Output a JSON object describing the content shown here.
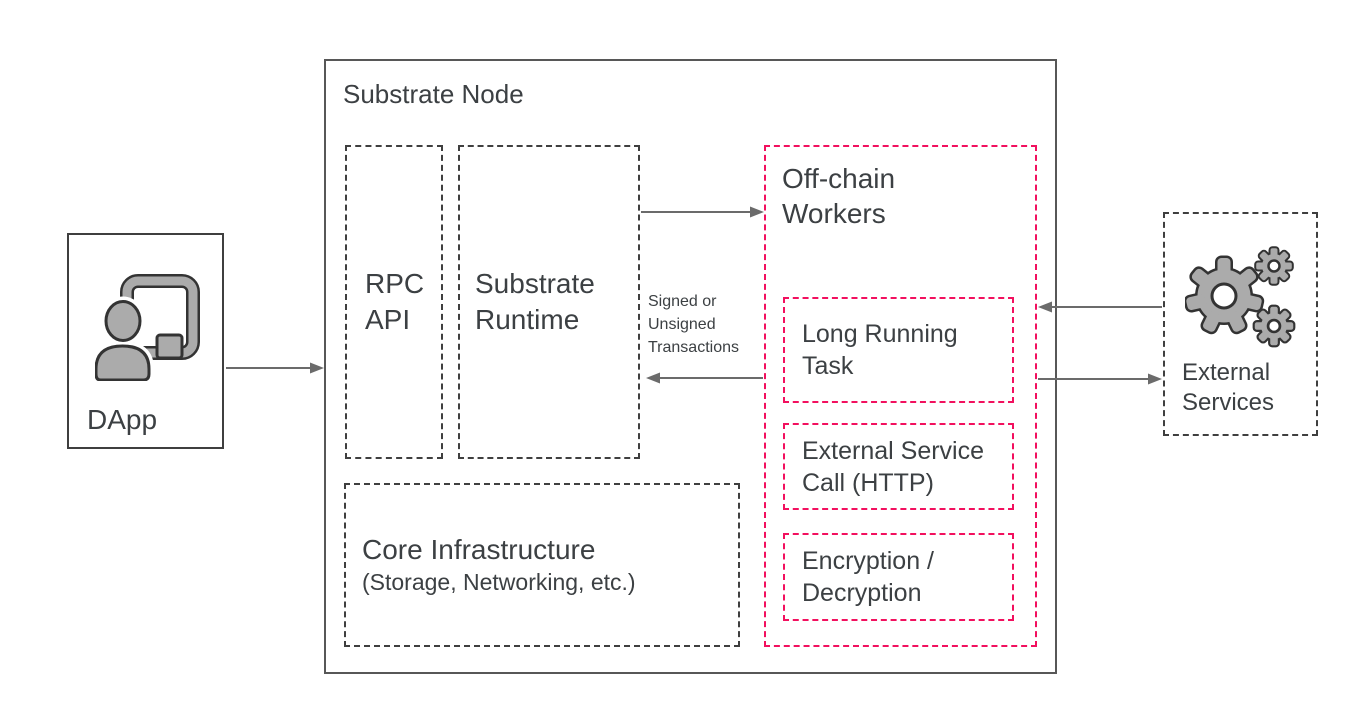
{
  "colors": {
    "accent_pink": "#f2105e",
    "box_border_dark": "#3f3f3f",
    "node_border": "#575757",
    "arrow_gray": "#6b6b6b",
    "icon_gray": "#ababab",
    "icon_outline": "#333333",
    "text": "#3c4043",
    "background": "#ffffff"
  },
  "dapp": {
    "label": "DApp",
    "icon": "person-presenting-icon"
  },
  "substrate_node": {
    "title": "Substrate Node",
    "rpc_api": {
      "label": "RPC\nAPI"
    },
    "substrate_runtime": {
      "label": "Substrate\nRuntime"
    },
    "core_infrastructure": {
      "title": "Core Infrastructure",
      "subtitle": "(Storage, Networking, etc.)"
    }
  },
  "offchain_workers": {
    "title": "Off-chain\nWorkers",
    "tasks": [
      {
        "label": "Long Running\nTask"
      },
      {
        "label": "External Service\nCall (HTTP)"
      },
      {
        "label": "Encryption /\nDecryption"
      }
    ]
  },
  "external_services": {
    "label": "External\nServices",
    "icon": "gears-icon"
  },
  "annotations": {
    "transactions_label": "Signed or\nUnsigned\nTransactions"
  }
}
